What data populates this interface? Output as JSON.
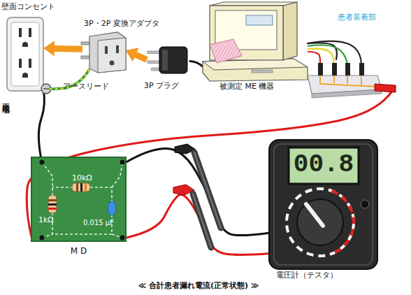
{
  "diagram": {
    "caption": "≪ 合計患者漏れ電流(正常状態) ≫",
    "nodes": [
      {
        "text": [
          "壁面コンセント"
        ]
      },
      {
        "text": [
          "3P・2P 変換アダプタ"
        ]
      },
      {
        "text": [
          "3P プラグ"
        ]
      },
      {
        "text": [
          "被測定 ME 機器"
        ]
      },
      {
        "text": [
          "患者装着部"
        ]
      },
      {
        "text": [
          "M D",
          "10kΩ",
          "1kΩ",
          "0.015 μF"
        ]
      },
      {
        "text": [
          "00.8",
          "電圧計（テスタ）"
        ]
      }
    ],
    "edges": [
      {
        "from": 2,
        "to": 1,
        "arrow": "to"
      },
      {
        "from": 1,
        "to": 0,
        "arrow": "to"
      },
      {
        "from": 2,
        "to": 3,
        "arrow": "none"
      },
      {
        "from": 3,
        "to": 4,
        "arrow": "none"
      },
      {
        "from": 4,
        "to": 5,
        "arrow": "none"
      },
      {
        "from": 0,
        "to": 5,
        "arrow": "none"
      },
      {
        "from": 5,
        "to": 6,
        "arrow": "none"
      },
      {
        "from": 5,
        "to": 6,
        "arrow": "none"
      }
    ],
    "labels": [
      "アースリード",
      "壁面接地端子"
    ]
  }
}
